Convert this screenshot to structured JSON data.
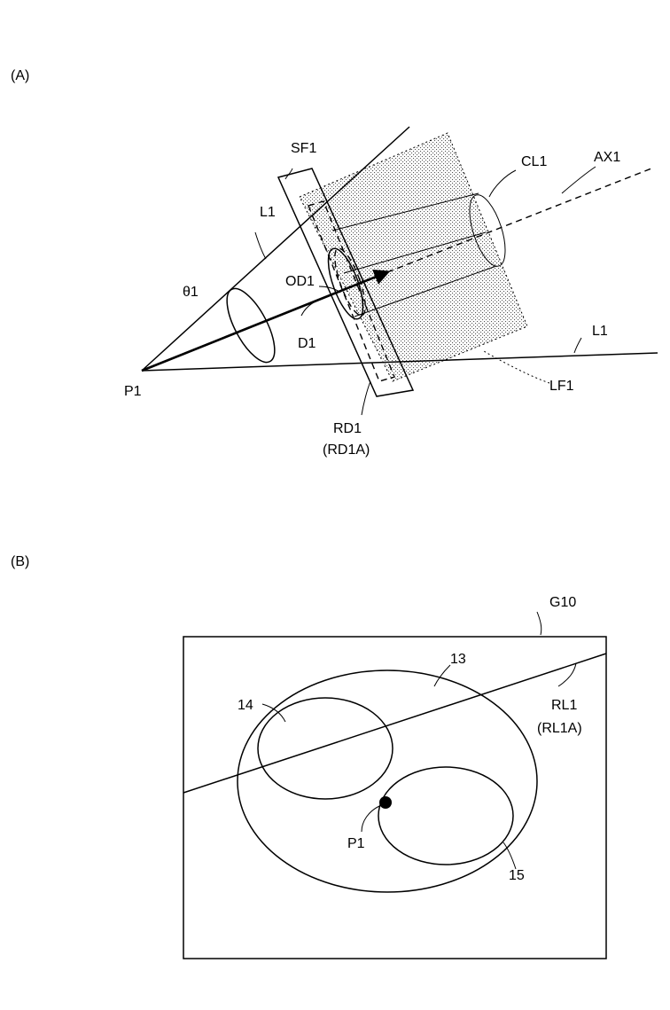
{
  "panel_a": {
    "label": "(A)",
    "labels": {
      "sf1": "SF1",
      "cl1": "CL1",
      "ax1": "AX1",
      "l1_top": "L1",
      "l1_right": "L1",
      "theta1": "θ1",
      "od1": "OD1",
      "d1": "D1",
      "p1": "P1",
      "lf1": "LF1",
      "rd1": "RD1",
      "rd1a": "(RD1A)"
    }
  },
  "panel_b": {
    "label": "(B)",
    "labels": {
      "g10": "G10",
      "region13": "13",
      "region14": "14",
      "region15": "15",
      "rl1": "RL1",
      "rl1a": "(RL1A)",
      "p1": "P1"
    }
  }
}
